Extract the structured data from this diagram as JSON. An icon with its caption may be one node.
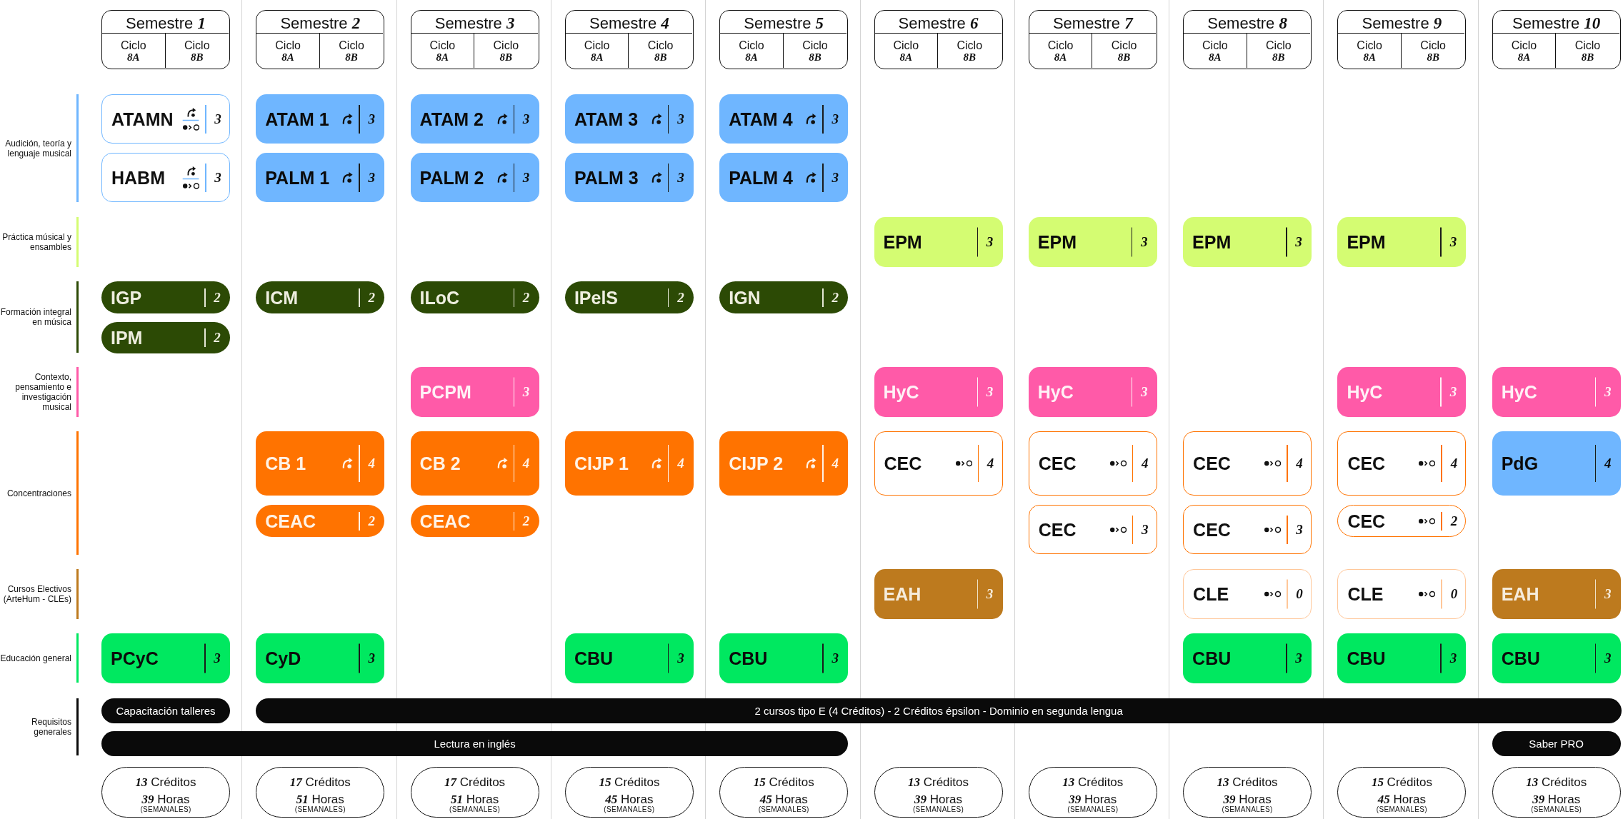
{
  "diagram": {
    "nodes": [
      {
        "text": [
          "Semestre **1**"
        ]
      },
      {
        "text": [
          "Ciclo *8A*"
        ],
        "in": 0
      },
      {
        "text": [
          "Ciclo *8B*"
        ],
        "in": 0
      },
      {
        "text": [
          "Semestre **2**"
        ]
      },
      {
        "text": [
          "Ciclo *8A*"
        ],
        "in": 3
      },
      {
        "text": [
          "Ciclo *8B*"
        ],
        "in": 3
      },
      {
        "text": [
          "Semestre **3**"
        ]
      },
      {
        "text": [
          "Ciclo *8A*"
        ],
        "in": 6
      },
      {
        "text": [
          "Ciclo *8B*"
        ],
        "in": 6
      },
      {
        "text": [
          "Semestre **4**"
        ]
      },
      {
        "text": [
          "Ciclo *8A*"
        ],
        "in": 9
      },
      {
        "text": [
          "Ciclo *8B*"
        ],
        "in": 9
      },
      {
        "text": [
          "Semestre **5**"
        ]
      },
      {
        "text": [
          "Ciclo *8A*"
        ],
        "in": 12
      },
      {
        "text": [
          "Ciclo *8B*"
        ],
        "in": 12
      },
      {
        "text": [
          "Semestre **6**"
        ]
      },
      {
        "text": [
          "Ciclo *8A*"
        ],
        "in": 15
      },
      {
        "text": [
          "Ciclo *8B*"
        ],
        "in": 15
      },
      {
        "text": [
          "Semestre **7**"
        ]
      },
      {
        "text": [
          "Ciclo *8A*"
        ],
        "in": 18
      },
      {
        "text": [
          "Ciclo *8B*"
        ],
        "in": 18
      },
      {
        "text": [
          "Semestre **8**"
        ]
      },
      {
        "text": [
          "Ciclo *8A*"
        ],
        "in": 21
      },
      {
        "text": [
          "Ciclo *8B*"
        ],
        "in": 21
      },
      {
        "text": [
          "Semestre **9**"
        ]
      },
      {
        "text": [
          "Ciclo *8A*"
        ],
        "in": 24
      },
      {
        "text": [
          "Ciclo *8B*"
        ],
        "in": 24
      },
      {
        "text": [
          "Semestre **10**"
        ]
      },
      {
        "text": [
          "Ciclo *8A*"
        ],
        "in": 27
      },
      {
        "text": [
          "Ciclo *8B*"
        ],
        "in": 27
      },
      {
        "text": [
          "ATAMN",
          "3"
        ]
      },
      {
        "text": [
          "ATAM 1",
          "3"
        ]
      },
      {
        "text": [
          "ATAM 2",
          "3"
        ]
      },
      {
        "text": [
          "ATAM 3",
          "3"
        ]
      },
      {
        "text": [
          "ATAM 4",
          "3"
        ]
      },
      {
        "text": [
          "HABM",
          "3"
        ]
      },
      {
        "text": [
          "PALM 1",
          "3"
        ]
      },
      {
        "text": [
          "PALM 2",
          "3"
        ]
      },
      {
        "text": [
          "PALM 3",
          "3"
        ]
      },
      {
        "text": [
          "PALM 4",
          "3"
        ]
      },
      {
        "text": [
          "EPM",
          "3"
        ]
      },
      {
        "text": [
          "EPM",
          "3"
        ]
      },
      {
        "text": [
          "EPM",
          "3"
        ]
      },
      {
        "text": [
          "EPM",
          "3"
        ]
      },
      {
        "text": [
          "IGP",
          "2"
        ]
      },
      {
        "text": [
          "ICM",
          "2"
        ]
      },
      {
        "text": [
          "ILoC",
          "2"
        ]
      },
      {
        "text": [
          "IPelS",
          "2"
        ]
      },
      {
        "text": [
          "IGN",
          "2"
        ]
      },
      {
        "text": [
          "IPM",
          "2"
        ]
      },
      {
        "text": [
          "PCPM",
          "3"
        ]
      },
      {
        "text": [
          "HyC",
          "3"
        ]
      },
      {
        "text": [
          "HyC",
          "3"
        ]
      },
      {
        "text": [
          "HyC",
          "3"
        ]
      },
      {
        "text": [
          "HyC",
          "3"
        ]
      },
      {
        "text": [
          "CB 1",
          "4"
        ]
      },
      {
        "text": [
          "CB 2",
          "4"
        ]
      },
      {
        "text": [
          "CIJP 1",
          "4"
        ]
      },
      {
        "text": [
          "CIJP 2",
          "4"
        ]
      },
      {
        "text": [
          "CEC",
          "4"
        ]
      },
      {
        "text": [
          "CEC",
          "4"
        ]
      },
      {
        "text": [
          "CEC",
          "4"
        ]
      },
      {
        "text": [
          "CEC",
          "4"
        ]
      },
      {
        "text": [
          "PdG",
          "4"
        ]
      },
      {
        "text": [
          "CEAC",
          "2"
        ]
      },
      {
        "text": [
          "CEAC",
          "2"
        ]
      },
      {
        "text": [
          "CEC",
          "3"
        ]
      },
      {
        "text": [
          "CEC",
          "3"
        ]
      },
      {
        "text": [
          "CEC",
          "2"
        ]
      },
      {
        "text": [
          "EAH",
          "3"
        ]
      },
      {
        "text": [
          "CLE",
          "0"
        ]
      },
      {
        "text": [
          "CLE",
          "0"
        ]
      },
      {
        "text": [
          "EAH",
          "3"
        ]
      },
      {
        "text": [
          "PCyC",
          "3"
        ]
      },
      {
        "text": [
          "CyD",
          "3"
        ]
      },
      {
        "text": [
          "CBU",
          "3"
        ]
      },
      {
        "text": [
          "CBU",
          "3"
        ]
      },
      {
        "text": [
          "CBU",
          "3"
        ]
      },
      {
        "text": [
          "CBU",
          "3"
        ]
      },
      {
        "text": [
          "CBU",
          "3"
        ]
      },
      {
        "text": [
          "Capacitación talleres"
        ]
      },
      {
        "text": [
          "2 cursos tipo E (4 Créditos) - 2 Créditos épsilon - Dominio en segunda lengua"
        ]
      },
      {
        "text": [
          "Lectura en inglés"
        ]
      },
      {
        "text": [
          "Saber PRO"
        ]
      },
      {
        "text": [
          "*13* Créditos",
          "*39* Horas",
          "(SEMANALES)"
        ]
      },
      {
        "text": [
          "*17* Créditos",
          "*51* Horas",
          "(SEMANALES)"
        ]
      },
      {
        "text": [
          "*17* Créditos",
          "*51* Horas",
          "(SEMANALES)"
        ]
      },
      {
        "text": [
          "*15* Créditos",
          "*45* Horas",
          "(SEMANALES)"
        ]
      },
      {
        "text": [
          "*15* Créditos",
          "*45* Horas",
          "(SEMANALES)"
        ]
      },
      {
        "text": [
          "*13* Créditos",
          "*39* Horas",
          "(SEMANALES)"
        ]
      },
      {
        "text": [
          "*13* Créditos",
          "*39* Horas",
          "(SEMANALES)"
        ]
      },
      {
        "text": [
          "*13* Créditos",
          "*39* Horas",
          "(SEMANALES)"
        ]
      },
      {
        "text": [
          "*15* Créditos",
          "*45* Horas",
          "(SEMANALES)"
        ]
      },
      {
        "text": [
          "*13* Créditos",
          "*39* Horas",
          "(SEMANALES)"
        ]
      }
    ],
    "legend": [
      {
        "text": "Audición, teoría y lenguaje musical",
        "color": "#6fb6ff"
      },
      {
        "text": "Práctica músical y ensambles",
        "color": "#d4fc72"
      },
      {
        "text": "Formación integral en música",
        "color": "#2c4a05"
      },
      {
        "text": "Contexto, pensamiento e investigación musical",
        "color": "#ff5aa8"
      },
      {
        "text": "Concentraciones",
        "color": "#ff7300"
      },
      {
        "text": "Cursos Electivos (ArteHum - CLEs)",
        "color": "#bd7a1e"
      },
      {
        "text": "Educación general",
        "color": "#00e860"
      },
      {
        "text": "Requisitos generales",
        "color": "#0a0a0a"
      }
    ]
  }
}
